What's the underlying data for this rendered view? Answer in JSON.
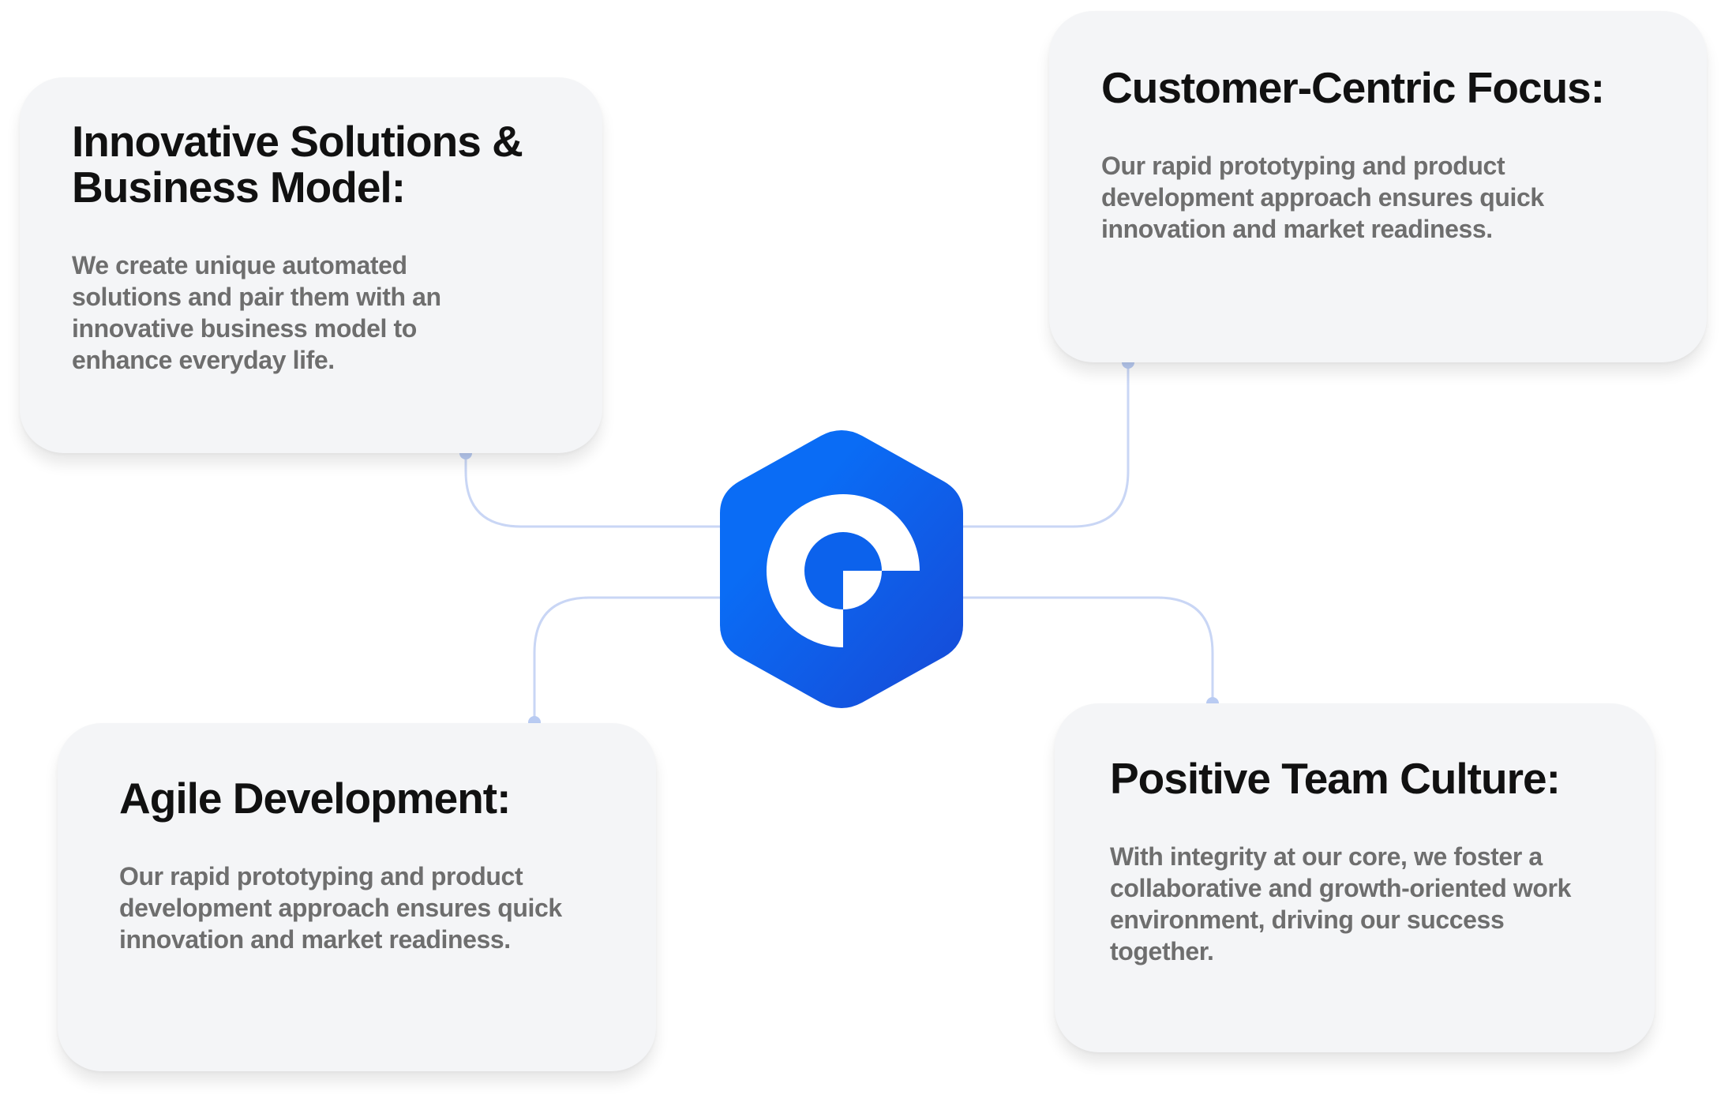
{
  "logo": {
    "name": "brand-logo",
    "colors": {
      "top": "#0a6cf5",
      "bottom": "#1749d6"
    }
  },
  "connector_color": "#c9d6f5",
  "cards": [
    {
      "title": "Innovative Solutions & Business Model:",
      "body": "We create unique automated solutions and pair them with an innovative business model to enhance everyday life."
    },
    {
      "title": "Customer-Centric Focus:",
      "body": "Our rapid prototyping and product development approach ensures quick innovation and market readiness."
    },
    {
      "title": "Agile Development:",
      "body": "Our rapid prototyping and product development approach ensures quick innovation and market readiness."
    },
    {
      "title": "Positive Team Culture:",
      "body": "With integrity at our core, we foster a collaborative and growth-oriented work environment, driving our success together."
    }
  ]
}
